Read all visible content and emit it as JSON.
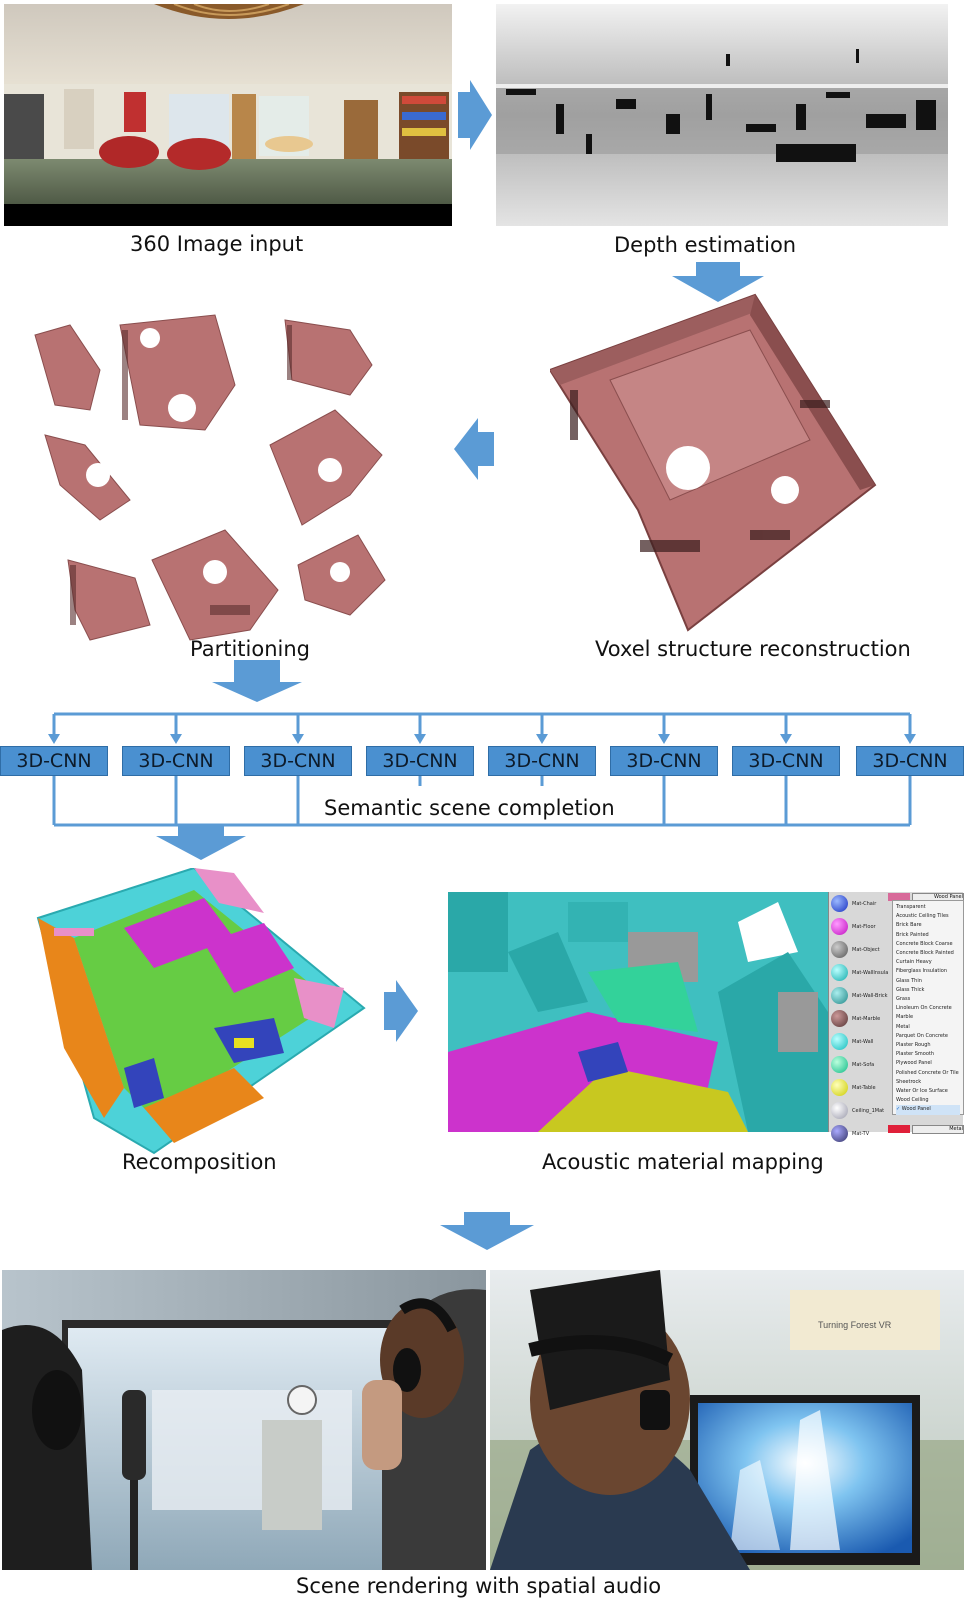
{
  "labels": {
    "input": "360 Image input",
    "depth": "Depth estimation",
    "partitioning": "Partitioning",
    "voxel": "Voxel structure reconstruction",
    "ssc": "Semantic scene completion",
    "recomposition": "Recomposition",
    "acoustic": "Acoustic material mapping",
    "rendering": "Scene rendering with spatial audio"
  },
  "cnn_label": "3D-CNN",
  "cnn_count": 8,
  "material_slots": [
    "Mat-Chair",
    "Mat-Floor",
    "Mat-Object",
    "Mat-WallInsula",
    "Mat-Wall-Brick",
    "Mat-Marble",
    "Mat-Wall",
    "Mat-Sofa",
    "Mat-Table",
    "Ceiling_1Mat",
    "Mat-TV"
  ],
  "material_options": [
    "Transparent",
    "Acoustic Ceiling Tiles",
    "Brick Bare",
    "Brick Painted",
    "Concrete Block Coarse",
    "Concrete Block Painted",
    "Curtain Heavy",
    "Fiberglass Insulation",
    "Glass Thin",
    "Glass Thick",
    "Grass",
    "Linoleum On Concrete",
    "Marble",
    "Metal",
    "Parquet On Concrete",
    "Plaster Rough",
    "Plaster Smooth",
    "Plywood Panel",
    "Polished Concrete Or Tile",
    "Sheetrock",
    "Water Or Ice Surface",
    "Wood Ceiling",
    "Wood Panel"
  ],
  "selected_option": "Wood Panel",
  "field_value_top": "Wood Panel",
  "field_value_bottom": "Metal",
  "sign_text": "Turning Forest VR",
  "colors": {
    "arrow": "#5b9bd5",
    "cnn_box": "#4a90d0",
    "voxel": "#b87272",
    "magenta": "#cc33cc",
    "green": "#66cc44",
    "orange": "#e8861a",
    "cyan": "#4dd2d8",
    "pink": "#e890c8",
    "blue": "#3344bb"
  }
}
